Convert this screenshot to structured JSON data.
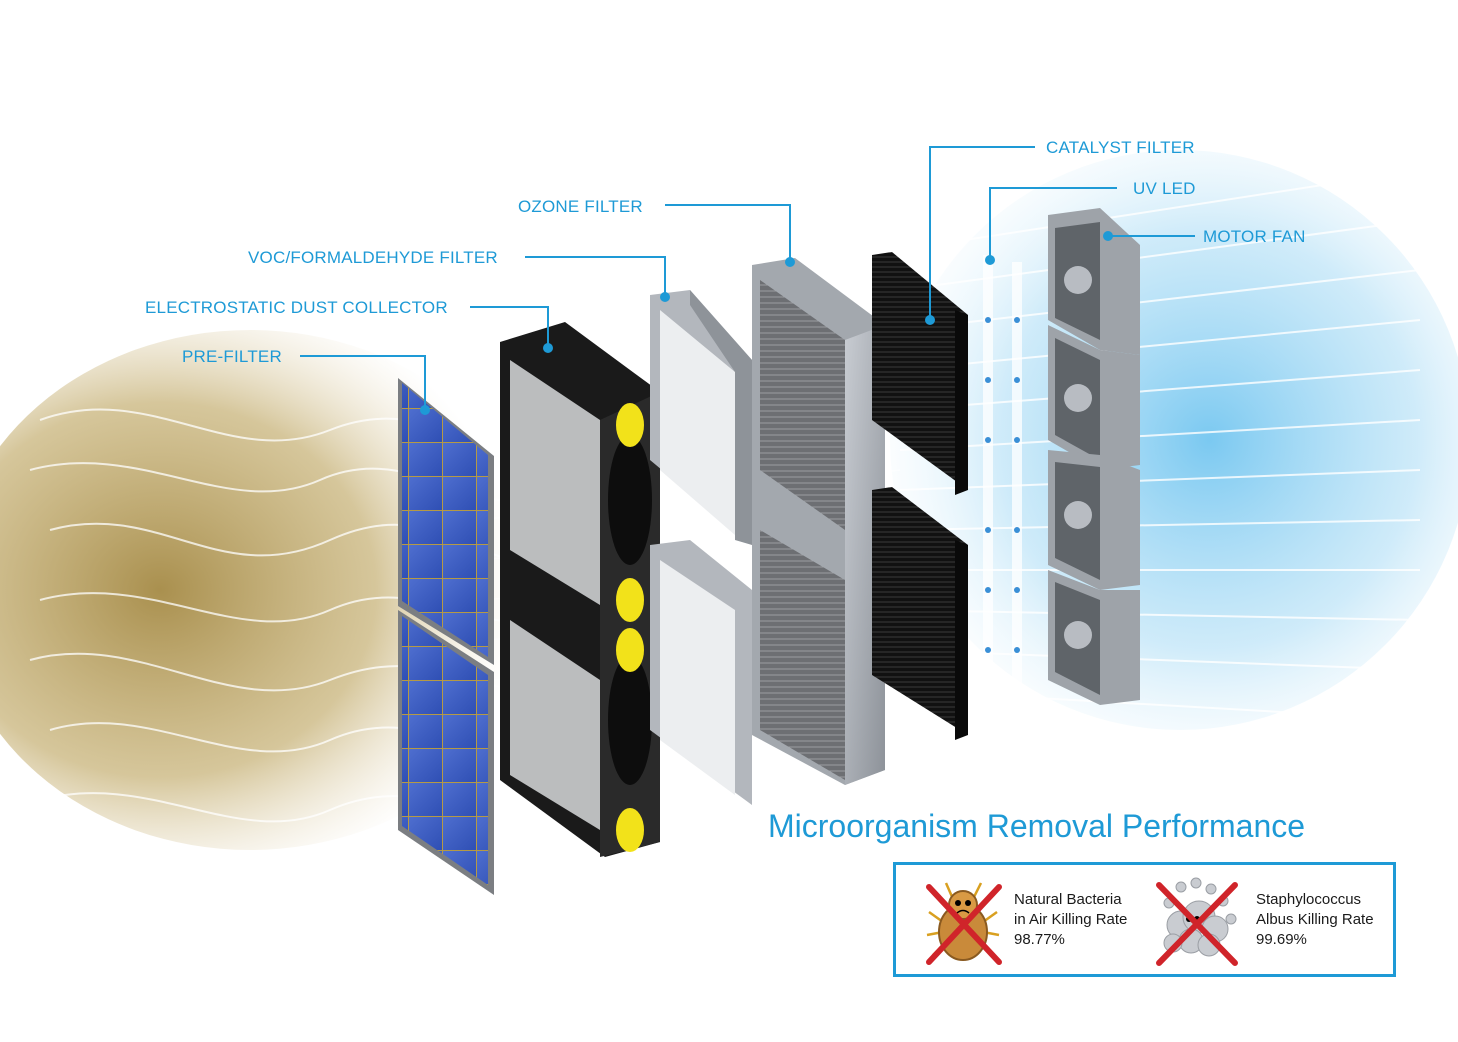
{
  "labels": {
    "pre_filter": "PRE-FILTER",
    "electrostatic": "ELECTROSTATIC DUST COLLECTOR",
    "voc": "VOC/FORMALDEHYDE FILTER",
    "ozone": "OZONE FILTER",
    "catalyst": "CATALYST FILTER",
    "uv_led": "UV LED",
    "motor_fan": "MOTOR FAN"
  },
  "performance": {
    "title": "Microorganism Removal Performance",
    "items": [
      {
        "line1": "Natural Bacteria",
        "line2": "in Air Killing Rate",
        "value": "98.77%",
        "icon": "bacteria-crossed-icon"
      },
      {
        "line1": "Staphylococcus",
        "line2": "Albus Killing Rate",
        "value": "99.69%",
        "icon": "staphylococcus-crossed-icon"
      }
    ]
  },
  "colors": {
    "accent": "#1e9ad6",
    "dirty_air": "#b8a060",
    "clean_air": "#8fd0f2",
    "cross": "#d0242a",
    "knob": "#f2e21a"
  }
}
